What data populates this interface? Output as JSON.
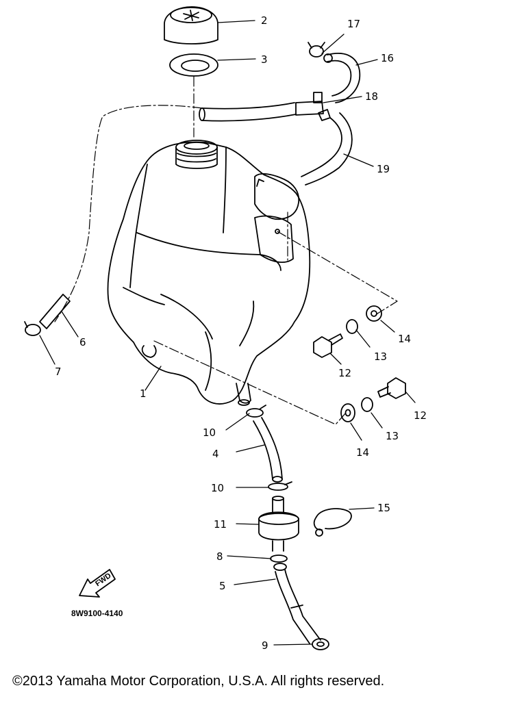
{
  "diagram": {
    "callouts": {
      "c1": "1",
      "c2": "2",
      "c3": "3",
      "c4": "4",
      "c5": "5",
      "c6": "6",
      "c7": "7",
      "c8": "8",
      "c9": "9",
      "c10a": "10",
      "c10b": "10",
      "c11": "11",
      "c12a": "12",
      "c12b": "12",
      "c13a": "13",
      "c13b": "13",
      "c14a": "14",
      "c14b": "14",
      "c15": "15",
      "c16": "16",
      "c17": "17",
      "c18": "18",
      "c19": "19"
    },
    "fwd_label": "FWD",
    "drawing_code": "8W9100-4140"
  },
  "footer": {
    "copyright": "©2013 Yamaha Motor Corporation, U.S.A. All rights reserved."
  }
}
